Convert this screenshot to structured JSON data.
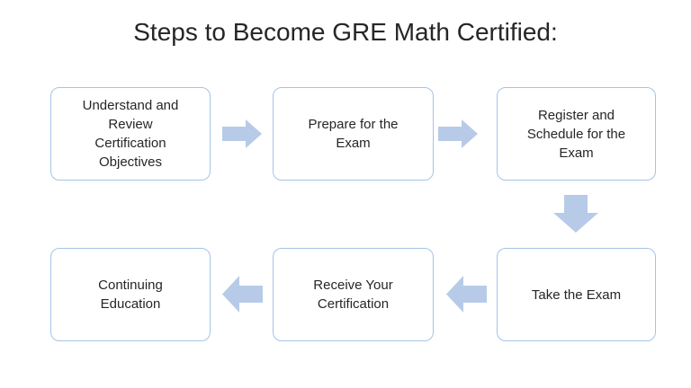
{
  "title": "Steps to Become GRE Math Certified:",
  "flowchart": {
    "steps": [
      {
        "label": "Understand and Review Certification Objectives"
      },
      {
        "label": "Prepare for the Exam"
      },
      {
        "label": "Register and Schedule for the Exam"
      },
      {
        "label": "Take the Exam"
      },
      {
        "label": "Receive Your Certification"
      },
      {
        "label": "Continuing Education"
      }
    ],
    "connectors": [
      {
        "from": "Understand and Review Certification Objectives",
        "to": "Prepare for the Exam",
        "direction": "right"
      },
      {
        "from": "Prepare for the Exam",
        "to": "Register and Schedule for the Exam",
        "direction": "right"
      },
      {
        "from": "Register and Schedule for the Exam",
        "to": "Take the Exam",
        "direction": "down"
      },
      {
        "from": "Take the Exam",
        "to": "Receive Your Certification",
        "direction": "left"
      },
      {
        "from": "Receive Your Certification",
        "to": "Continuing Education",
        "direction": "left"
      }
    ]
  },
  "colors": {
    "background": "#ffffff",
    "box_fill": "#ffffff",
    "box_border": "#a5c4e6",
    "arrow_fill": "#b7cbe8",
    "text": "#262626"
  }
}
